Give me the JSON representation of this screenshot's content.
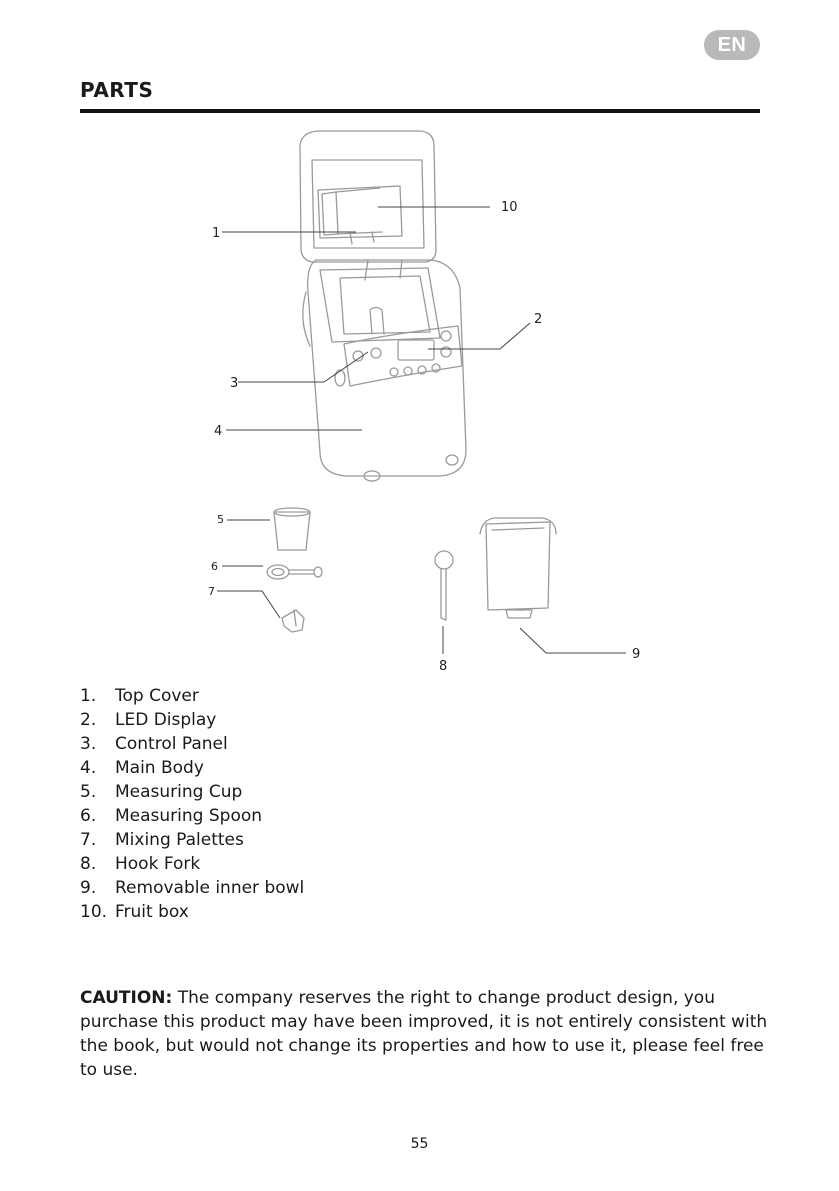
{
  "language_badge": "EN",
  "section_title": "PARTS",
  "diagram": {
    "callouts": [
      {
        "number": "10"
      },
      {
        "number": "1"
      },
      {
        "number": "2"
      },
      {
        "number": "3"
      },
      {
        "number": "4"
      },
      {
        "number": "5"
      },
      {
        "number": "6"
      },
      {
        "number": "7"
      },
      {
        "number": "8"
      },
      {
        "number": "9"
      }
    ]
  },
  "parts": [
    {
      "number": "1.",
      "name": "Top Cover"
    },
    {
      "number": "2.",
      "name": "LED Display"
    },
    {
      "number": "3.",
      "name": "Control Panel"
    },
    {
      "number": "4.",
      "name": "Main Body"
    },
    {
      "number": "5.",
      "name": "Measuring Cup"
    },
    {
      "number": "6.",
      "name": "Measuring Spoon"
    },
    {
      "number": "7.",
      "name": "Mixing Palettes"
    },
    {
      "number": "8.",
      "name": "Hook Fork"
    },
    {
      "number": "9.",
      "name": "Removable inner bowl"
    },
    {
      "number": "10.",
      "name": "Fruit box"
    }
  ],
  "caution": {
    "label": "CAUTION:",
    "text": " The company reserves the right to change product design, you purchase this product may have been improved, it is not entirely consistent with the book, but would not change its properties and how to use it, please feel free to use."
  },
  "page_number": "55"
}
